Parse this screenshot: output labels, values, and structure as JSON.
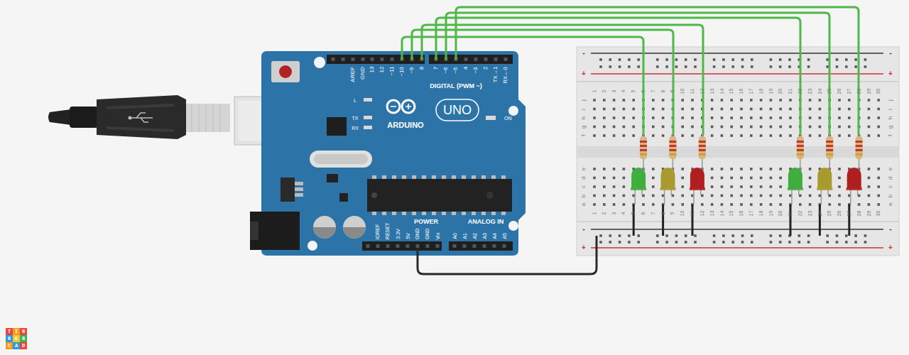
{
  "diagram": {
    "labels": [
      "AREF",
      "GND",
      "13",
      "12",
      "~11",
      "~10",
      "~9",
      "8",
      "7",
      "~6",
      "~5",
      "4",
      "~3",
      "2",
      "TX→1",
      "RX←0",
      "DIGITAL (PWM ~)",
      "L",
      "TX",
      "RX",
      "ARDUINO",
      "UNO",
      "ON",
      "IOREF",
      "RESET",
      "3.3V",
      "5V",
      "GND",
      "GND",
      "Vin",
      "POWER",
      "ANALOG IN",
      "A0",
      "A1",
      "A2",
      "A3",
      "A4",
      "A5",
      "-",
      "+",
      "-",
      "+",
      "-",
      "+",
      "-",
      "+",
      "1",
      "2",
      "3",
      "4",
      "5",
      "6",
      "7",
      "8",
      "9",
      "10",
      "11",
      "12",
      "13",
      "14",
      "15",
      "16",
      "17",
      "18",
      "19",
      "20",
      "21",
      "22",
      "23",
      "24",
      "25",
      "26",
      "27",
      "28",
      "29",
      "30",
      "1",
      "2",
      "3",
      "4",
      "5",
      "6",
      "7",
      "8",
      "9",
      "10",
      "11",
      "12",
      "13",
      "14",
      "15",
      "16",
      "17",
      "18",
      "19",
      "20",
      "21",
      "22",
      "23",
      "24",
      "25",
      "26",
      "27",
      "28",
      "29",
      "30",
      "j",
      "i",
      "h",
      "g",
      "f",
      "e",
      "d",
      "c",
      "b",
      "a",
      "j",
      "i",
      "h",
      "g",
      "f",
      "e",
      "d",
      "c",
      "b",
      "a",
      "TIN",
      "KER",
      "CAD"
    ]
  }
}
